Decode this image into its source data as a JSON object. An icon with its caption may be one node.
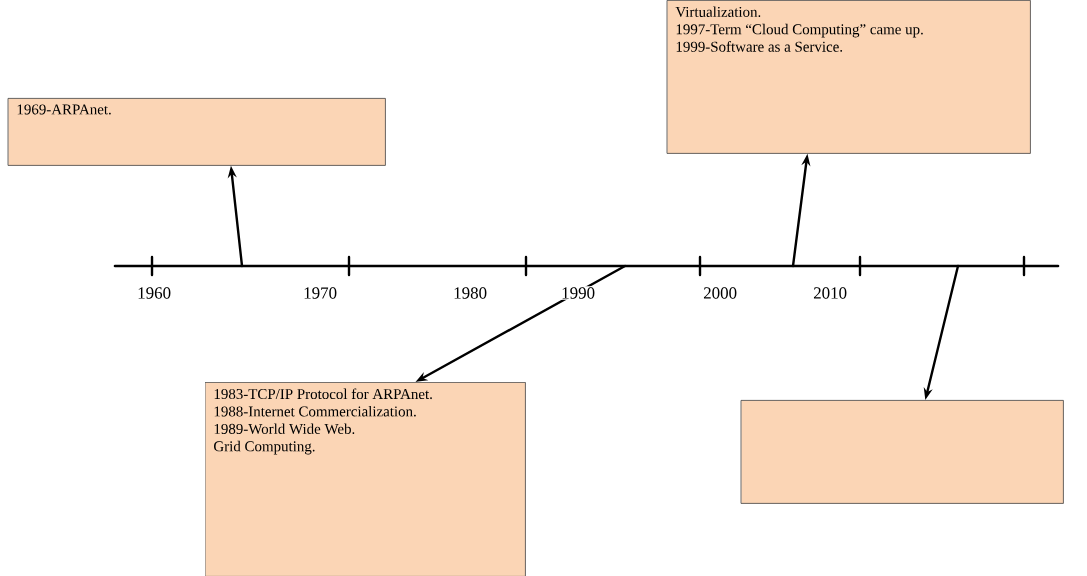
{
  "diagram": {
    "nodes": [
      {
        "text": [
          "1969-ARPAnet."
        ]
      },
      {
        "text": [
          "Virtualization.",
          "1997-Term “Cloud Computing” came up.",
          "1999-Software as a Service."
        ]
      },
      {
        "text": [
          "1983-TCP/IP Protocol for ARPAnet.",
          "1988-Internet Commercialization.",
          "1989-World Wide Web.",
          "Grid Computing."
        ]
      },
      {
        "text": [],
        "shape": "box"
      }
    ],
    "edges": [
      {
        "from": null,
        "to": 0,
        "arrow": "to"
      },
      {
        "from": null,
        "to": 1,
        "arrow": "to"
      },
      {
        "from": null,
        "to": 2,
        "arrow": "to"
      },
      {
        "from": null,
        "to": 3,
        "arrow": "to"
      }
    ],
    "labels": [
      "1960",
      "1970",
      "1980",
      "1990",
      "2000",
      "2010"
    ]
  }
}
